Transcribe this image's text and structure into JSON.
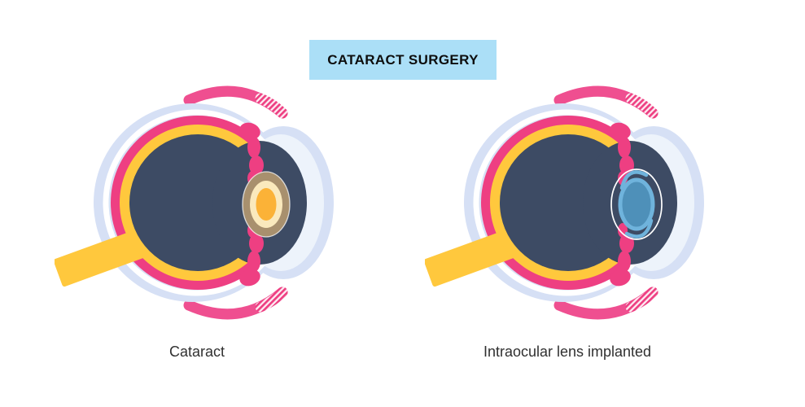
{
  "title": "CATARACT SURGERY",
  "panels": [
    {
      "id": "cataract",
      "label": "Cataract"
    },
    {
      "id": "iol",
      "label": "Intraocular lens implanted"
    }
  ],
  "colors": {
    "title_bg": "#abdff7",
    "title_text": "#0d0d0d",
    "label_text": "#303030",
    "sclera_lavender": "#d6e0f5",
    "cornea_light": "#edf3fb",
    "choroid_pink": "#ee3f82",
    "eyelid_pink": "#ef4f90",
    "retina_yellow": "#ffc83d",
    "vitreous_navy": "#3d4b64",
    "cataract_tan": "#a8906e",
    "cataract_cream": "#fae9bd",
    "cataract_gold": "#fbb237",
    "iol_light_blue": "#6fb3dc",
    "iol_deep_blue": "#4e90b9",
    "capsule_white": "#ffffff"
  }
}
